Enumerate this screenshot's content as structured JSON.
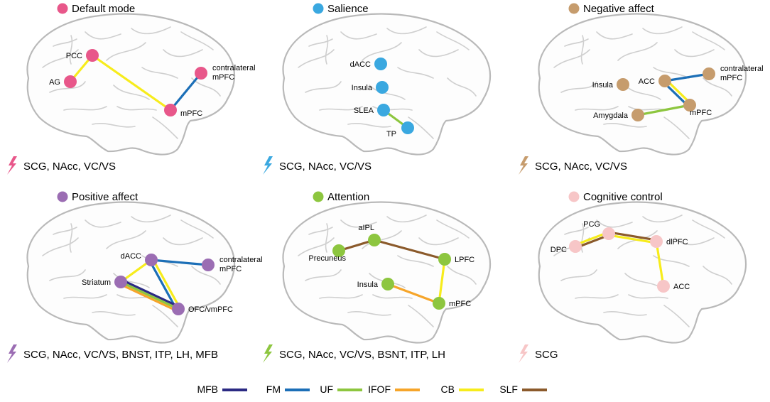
{
  "colors": {
    "MFB": "#2b2a83",
    "FM": "#1c6fb7",
    "UF": "#8dc63f",
    "IFOF": "#8dc63f",
    "CB": "#f6a52a",
    "SLF": "#f7ec1c",
    "SLF_brown": "#8b5a2b"
  },
  "panels": [
    {
      "id": "default-mode",
      "title": "Default mode",
      "color": "#e8578a",
      "stim_text": "SCG, NAcc, VC/VS",
      "nodes": [
        {
          "id": "PCC",
          "label": "PCC"
        },
        {
          "id": "AG",
          "label": "AG"
        },
        {
          "id": "cmPFC",
          "label": "contralateral mPFC"
        },
        {
          "id": "mPFC",
          "label": "mPFC"
        }
      ],
      "edges": [
        {
          "from": "PCC",
          "to": "AG",
          "tract": "SLF"
        },
        {
          "from": "PCC",
          "to": "mPFC",
          "tract": "SLF"
        },
        {
          "from": "cmPFC",
          "to": "mPFC",
          "tract": "FM"
        }
      ]
    },
    {
      "id": "salience",
      "title": "Salience",
      "color": "#3aa8e0",
      "stim_text": "SCG, NAcc, VC/VS",
      "nodes": [
        {
          "id": "dACC",
          "label": "dACC"
        },
        {
          "id": "Insula",
          "label": "Insula"
        },
        {
          "id": "SLEA",
          "label": "SLEA"
        },
        {
          "id": "TP",
          "label": "TP"
        }
      ],
      "edges": [
        {
          "from": "SLEA",
          "to": "TP",
          "tract": "UF"
        }
      ]
    },
    {
      "id": "negative-affect",
      "title": "Negative affect",
      "color": "#c69c6d",
      "stim_text": "SCG, NAcc, VC/VS",
      "nodes": [
        {
          "id": "Insula",
          "label": "Insula"
        },
        {
          "id": "ACC",
          "label": "ACC"
        },
        {
          "id": "cmPFC",
          "label": "contralateral mPFC"
        },
        {
          "id": "mPFC",
          "label": "mPFC"
        },
        {
          "id": "Amygdala",
          "label": "Amygdala"
        }
      ],
      "edges": [
        {
          "from": "ACC",
          "to": "cmPFC",
          "tract": "FM"
        },
        {
          "from": "ACC",
          "to": "mPFC",
          "tract": "SLF"
        },
        {
          "from": "ACC",
          "to": "mPFC",
          "tract": "FM"
        },
        {
          "from": "Amygdala",
          "to": "mPFC",
          "tract": "UF"
        }
      ]
    },
    {
      "id": "positive-affect",
      "title": "Positive affect",
      "color": "#9b6db3",
      "stim_text": "SCG, NAcc, VC/VS, BNST, ITP, LH, MFB",
      "nodes": [
        {
          "id": "dACC",
          "label": "dACC"
        },
        {
          "id": "cmPFC",
          "label": "contralateral mPFC"
        },
        {
          "id": "Striatum",
          "label": "Striatum"
        },
        {
          "id": "OFC",
          "label": "OFC/vmPFC"
        }
      ],
      "edges": [
        {
          "from": "dACC",
          "to": "cmPFC",
          "tract": "FM"
        },
        {
          "from": "dACC",
          "to": "Striatum",
          "tract": "SLF"
        },
        {
          "from": "dACC",
          "to": "OFC",
          "tract": "SLF"
        },
        {
          "from": "dACC",
          "to": "OFC",
          "tract": "FM"
        },
        {
          "from": "Striatum",
          "to": "OFC",
          "tract": "MFB"
        },
        {
          "from": "Striatum",
          "to": "OFC",
          "tract": "IFOF"
        },
        {
          "from": "Striatum",
          "to": "OFC",
          "tract": "CB"
        }
      ]
    },
    {
      "id": "attention",
      "title": "Attention",
      "color": "#8dc63f",
      "stim_text": "SCG, NAcc, VC/VS, BSNT, ITP, LH",
      "nodes": [
        {
          "id": "aIPL",
          "label": "aIPL"
        },
        {
          "id": "Precuneus",
          "label": "Precuneus"
        },
        {
          "id": "LPFC",
          "label": "LPFC"
        },
        {
          "id": "Insula",
          "label": "Insula"
        },
        {
          "id": "mPFC",
          "label": "mPFC"
        }
      ],
      "edges": [
        {
          "from": "aIPL",
          "to": "Precuneus",
          "tract": "SLF_brown"
        },
        {
          "from": "aIPL",
          "to": "LPFC",
          "tract": "SLF_brown"
        },
        {
          "from": "LPFC",
          "to": "mPFC",
          "tract": "SLF"
        },
        {
          "from": "Insula",
          "to": "mPFC",
          "tract": "CB"
        }
      ]
    },
    {
      "id": "cognitive-control",
      "title": "Cognitive control",
      "color": "#f7c6c7",
      "stim_text": "SCG",
      "nodes": [
        {
          "id": "PCG",
          "label": "PCG"
        },
        {
          "id": "DPC",
          "label": "DPC"
        },
        {
          "id": "dlPFC",
          "label": "dlPFC"
        },
        {
          "id": "ACC",
          "label": "ACC"
        }
      ],
      "edges": [
        {
          "from": "PCG",
          "to": "DPC",
          "tract": "SLF"
        },
        {
          "from": "PCG",
          "to": "DPC",
          "tract": "SLF_brown"
        },
        {
          "from": "PCG",
          "to": "dlPFC",
          "tract": "SLF"
        },
        {
          "from": "PCG",
          "to": "dlPFC",
          "tract": "SLF_brown"
        },
        {
          "from": "dlPFC",
          "to": "ACC",
          "tract": "SLF"
        }
      ]
    }
  ],
  "legend": [
    {
      "label": "MFB",
      "tract": "MFB"
    },
    {
      "label": "FM",
      "tract": "FM"
    },
    {
      "label": "UF",
      "tract": "UF"
    },
    {
      "label": "IFOF",
      "tract": "CB"
    },
    {
      "label": "CB",
      "tract": "SLF"
    },
    {
      "label": "SLF",
      "tract": "SLF_brown"
    }
  ]
}
